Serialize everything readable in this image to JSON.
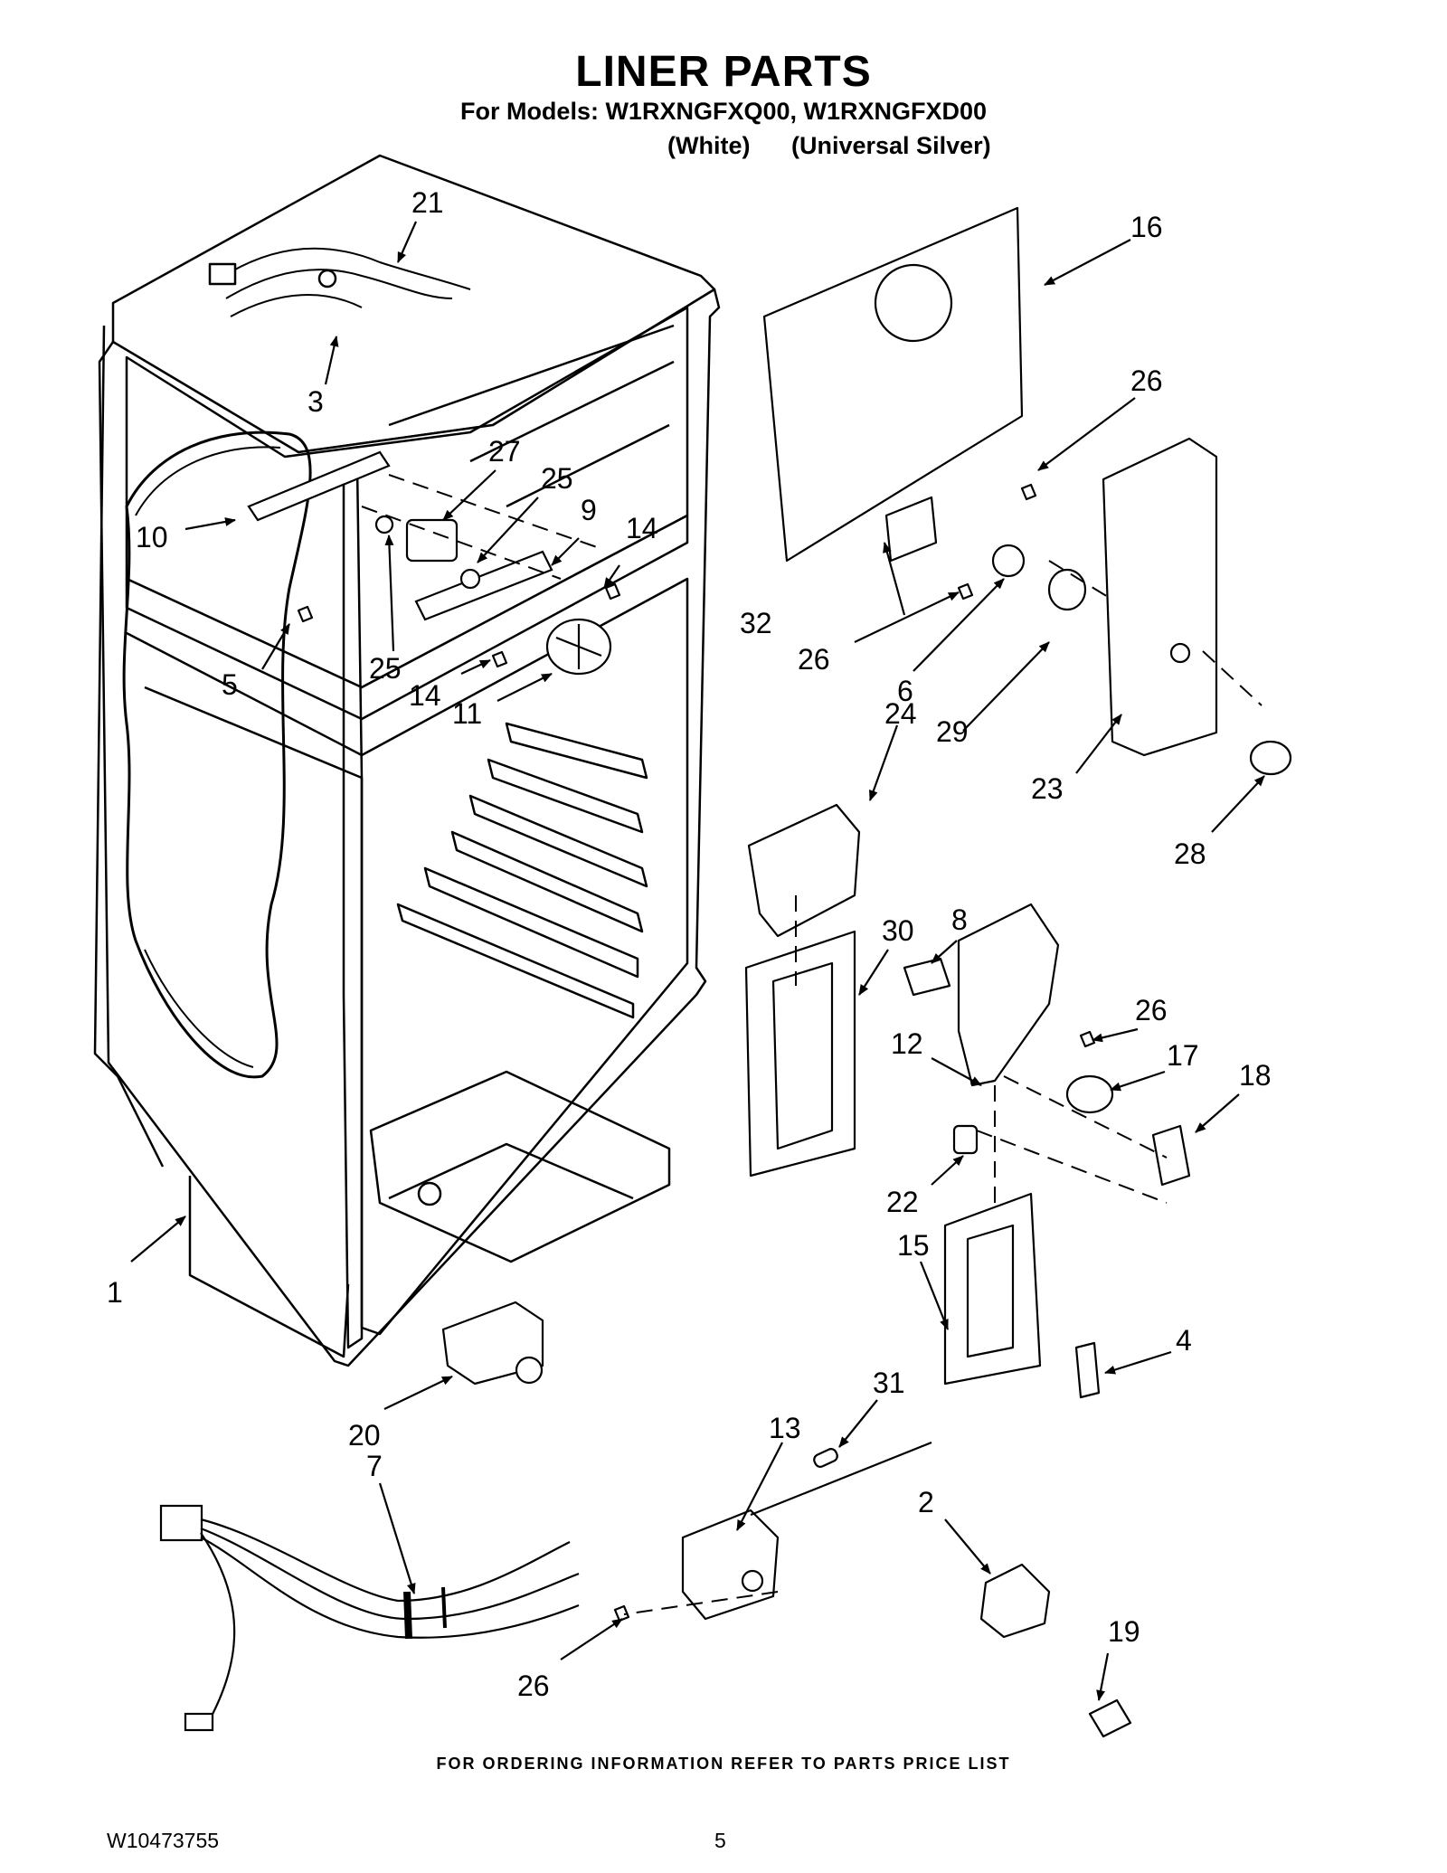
{
  "header": {
    "title": "LINER PARTS",
    "models_line": "For Models: W1RXNGFXQ00, W1RXNGFXD00",
    "color_white": "(White)",
    "color_silver": "(Universal Silver)"
  },
  "callouts": [
    "21",
    "16",
    "3",
    "26",
    "27",
    "25",
    "9",
    "14",
    "10",
    "32",
    "26",
    "6",
    "5",
    "25",
    "14",
    "11",
    "24",
    "29",
    "23",
    "28",
    "30",
    "8",
    "26",
    "17",
    "12",
    "18",
    "22",
    "15",
    "1",
    "4",
    "31",
    "20",
    "13",
    "7",
    "2",
    "26",
    "19"
  ],
  "footer": {
    "ordering_note": "FOR ORDERING INFORMATION REFER TO PARTS PRICE LIST",
    "doc_number": "W10473755",
    "page_number": "5"
  }
}
